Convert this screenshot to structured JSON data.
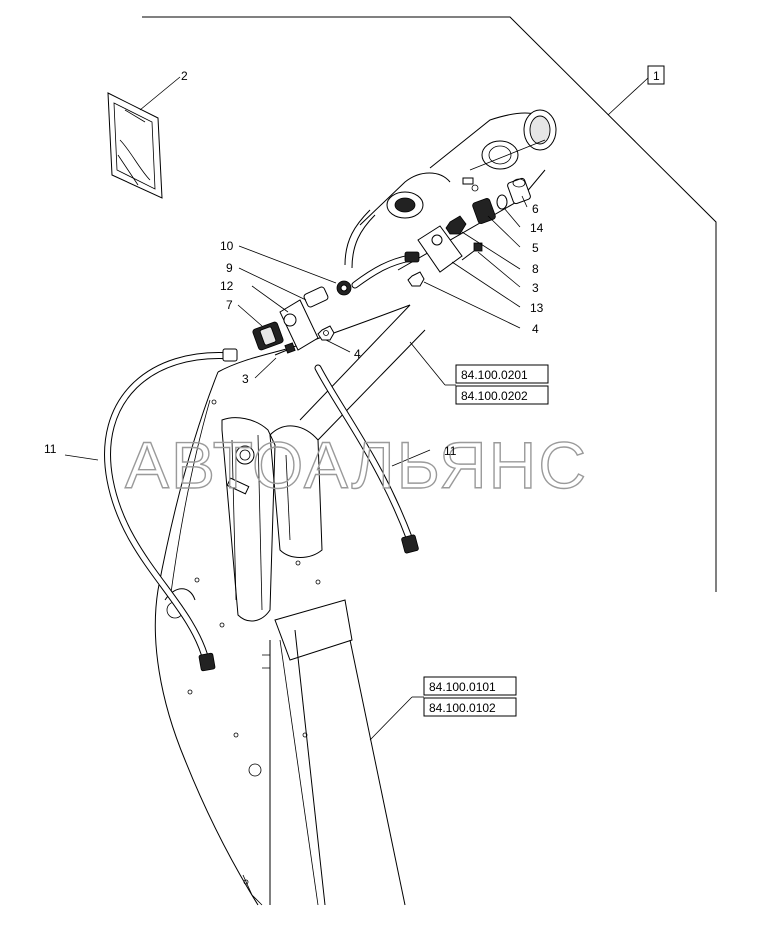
{
  "callouts": {
    "c1": "1",
    "c2": "2",
    "c3a": "3",
    "c3b": "3",
    "c4a": "4",
    "c4b": "4",
    "c5": "5",
    "c6": "6",
    "c7": "7",
    "c8": "8",
    "c9": "9",
    "c10": "10",
    "c11a": "11",
    "c11b": "11",
    "c12": "12",
    "c13": "13",
    "c14": "14"
  },
  "references": {
    "ref_upper_1": "84.100.0201",
    "ref_upper_2": "84.100.0202",
    "ref_lower_1": "84.100.0101",
    "ref_lower_2": "84.100.0102"
  },
  "watermark": "АВТОАЛЬЯНС"
}
